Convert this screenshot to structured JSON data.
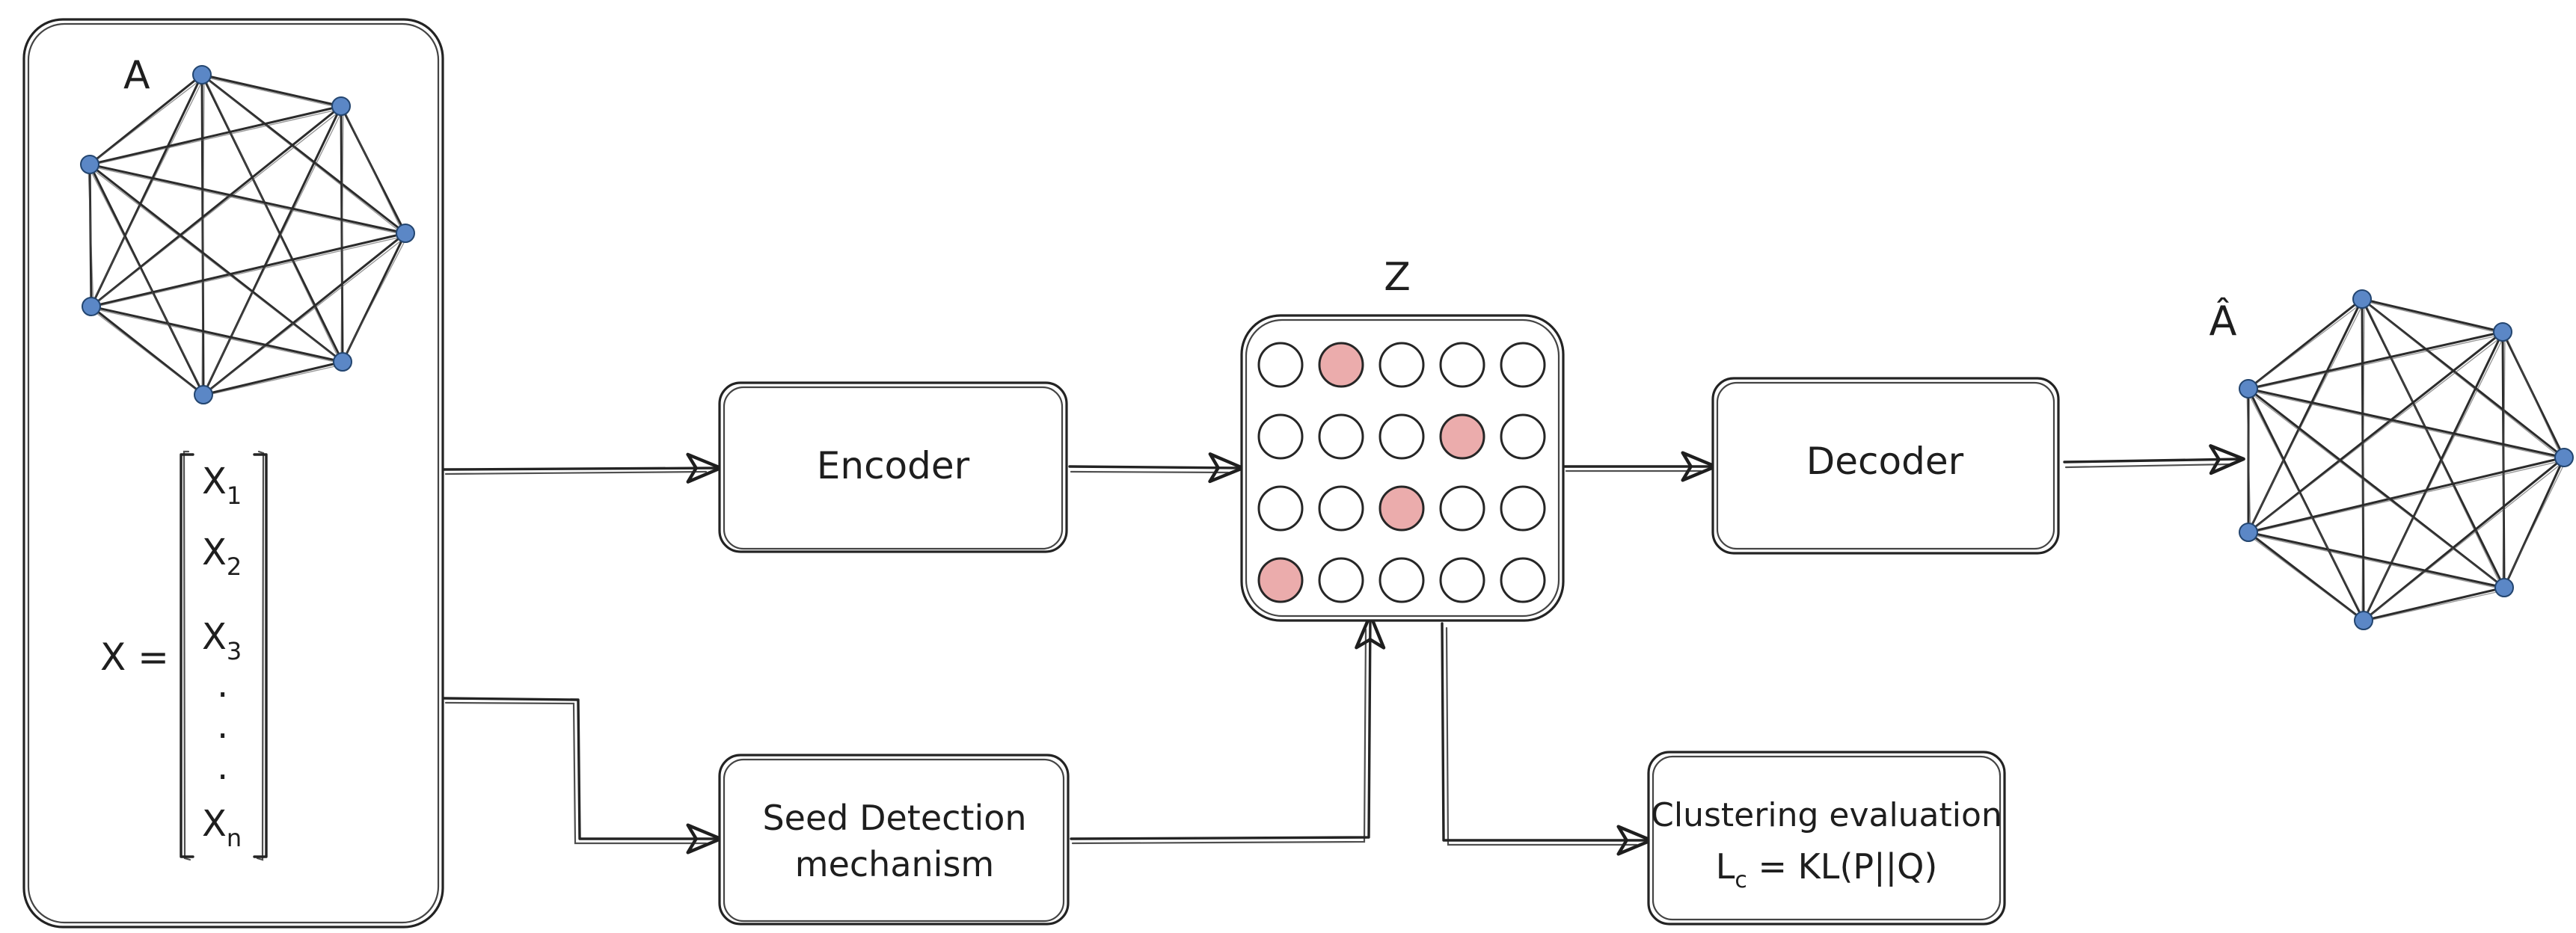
{
  "diagram": {
    "input_panel": {
      "graph_label": "A",
      "x_label": "X =",
      "vector_rows": [
        "X",
        "X",
        "X",
        ".",
        ".",
        ".",
        "X"
      ],
      "vector_subscripts": [
        "1",
        "2",
        "3",
        "",
        "",
        "",
        "n"
      ]
    },
    "encoder": {
      "label": "Encoder"
    },
    "seed_detection": {
      "label_line1": "Seed Detection",
      "label_line2": "mechanism"
    },
    "latent": {
      "label": "Z",
      "rows": 4,
      "cols": 5,
      "highlighted_cells": [
        [
          0,
          1
        ],
        [
          1,
          3
        ],
        [
          2,
          2
        ],
        [
          3,
          0
        ]
      ]
    },
    "decoder": {
      "label": "Decoder"
    },
    "clustering": {
      "label_line1": "Clustering evaluation",
      "label_line2_main": "L",
      "label_line2_sub": "c",
      "label_line2_rest": " = KL(P||Q)"
    },
    "output_graph": {
      "label": "Â"
    },
    "colors": {
      "node_fill": "#5b87c6",
      "highlight_fill": "#e9a3a3",
      "ink": "#232323"
    }
  }
}
